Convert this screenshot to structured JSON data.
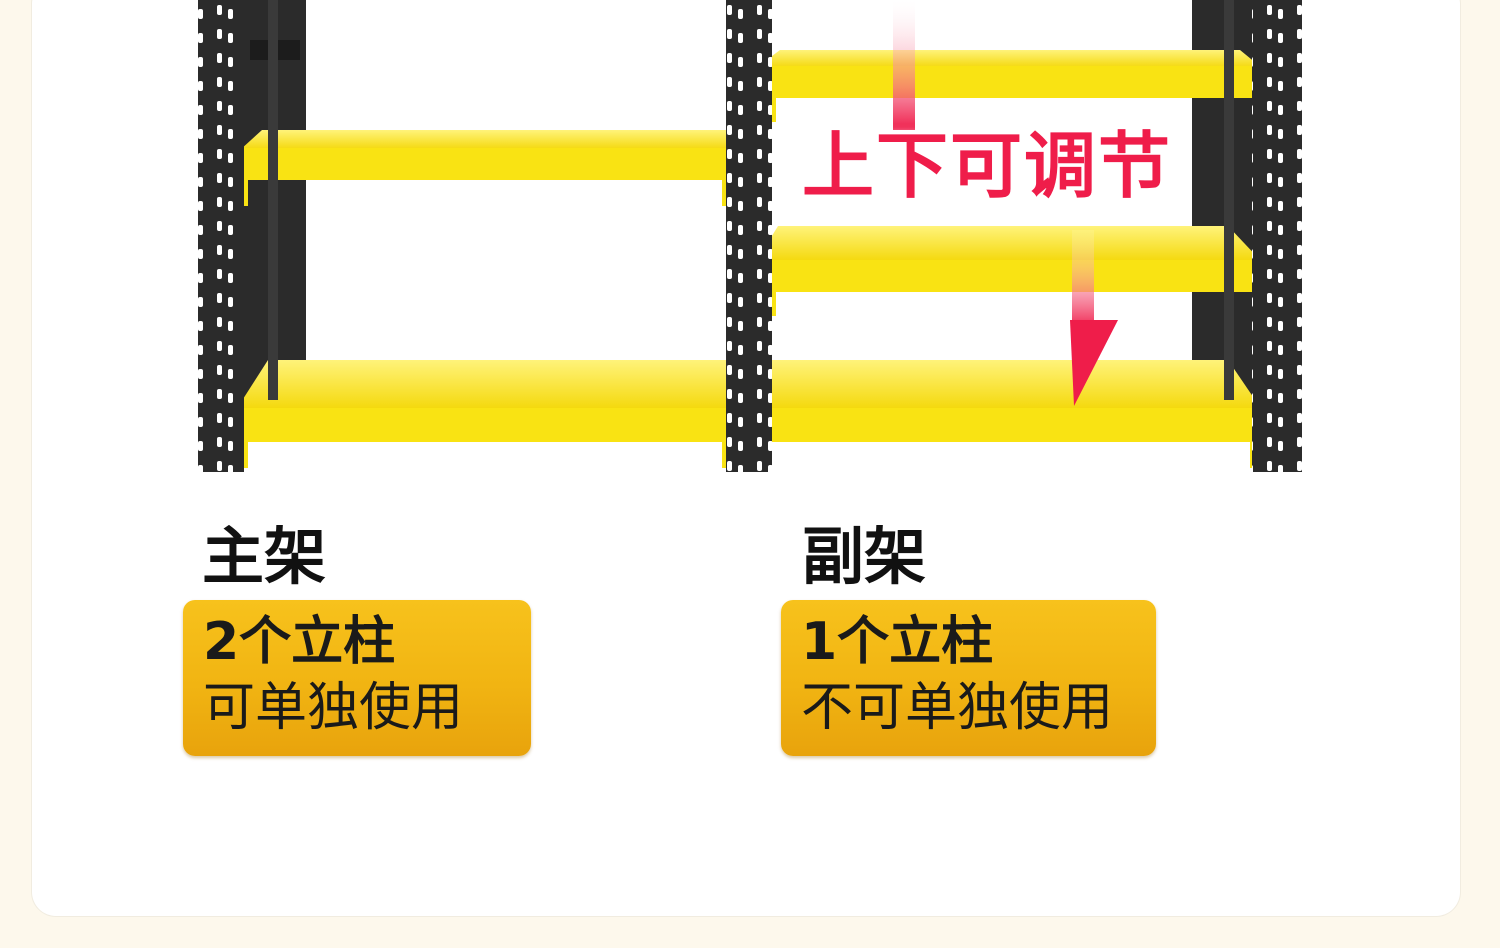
{
  "banner": {
    "adjust_label": "上下可调节"
  },
  "main_frame": {
    "title": "主架",
    "columns": "2个立柱",
    "usage": "可单独使用"
  },
  "sub_frame": {
    "title": "副架",
    "columns": "1个立柱",
    "usage": "不可单独使用"
  },
  "colors": {
    "shelf_yellow": "#f9e313",
    "post_black": "#2b2b2b",
    "arrow_red": "#ef1d4a",
    "badge_gold": "#f1b412"
  }
}
